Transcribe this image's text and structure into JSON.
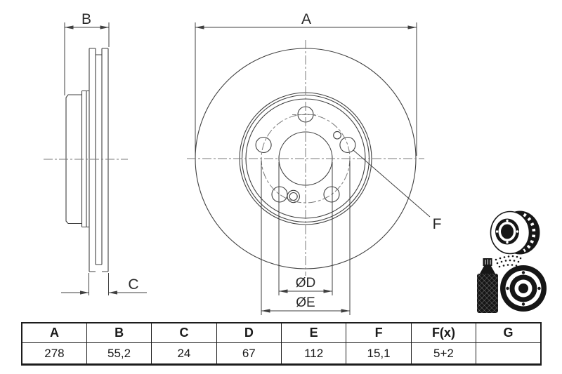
{
  "drawing": {
    "dimension_labels": {
      "a": "A",
      "b": "B",
      "c": "C",
      "f": "F",
      "diameter_d": "ØD",
      "diameter_e": "ØE"
    },
    "colors": {
      "line": "#3f3f3f",
      "centerline": "#7a7a7a",
      "icon": "#161616",
      "table_border": "#1c1c1c"
    },
    "icons": [
      {
        "name": "vented-brake-disc-3d-icon"
      },
      {
        "name": "spray-coated-brake-disc-icon"
      }
    ]
  },
  "table": {
    "headers": [
      "A",
      "B",
      "C",
      "D",
      "E",
      "F",
      "F(x)",
      "G"
    ],
    "values": [
      "278",
      "55,2",
      "24",
      "67",
      "112",
      "15,1",
      "5+2",
      ""
    ]
  }
}
